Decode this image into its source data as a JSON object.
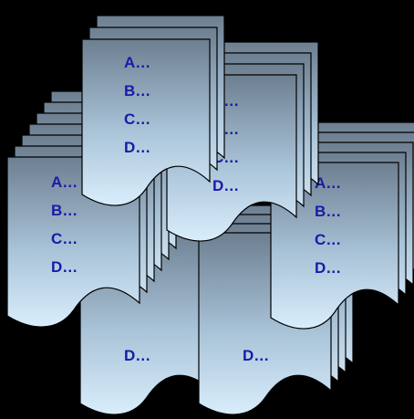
{
  "colors": {
    "background": "#000000",
    "paper_top": "#6d7f91",
    "paper_bottom": "#d6ecfb",
    "text": "#1a1aa8",
    "stroke": "#000000"
  },
  "stacks": [
    {
      "name": "top-center-stack",
      "lines": [
        "A…",
        "B…",
        "C…",
        "D…"
      ]
    },
    {
      "name": "center-stack",
      "lines": [
        "A…",
        "B…",
        "C…",
        "D…"
      ]
    },
    {
      "name": "left-stack",
      "lines": [
        "A…",
        "B…",
        "C…",
        "D…"
      ]
    },
    {
      "name": "right-stack",
      "lines": [
        "A…",
        "B…",
        "C…",
        "D…"
      ]
    },
    {
      "name": "bottom-left-stack",
      "lines": [
        "D…"
      ]
    },
    {
      "name": "bottom-center-stack",
      "lines": [
        "D…"
      ]
    }
  ]
}
